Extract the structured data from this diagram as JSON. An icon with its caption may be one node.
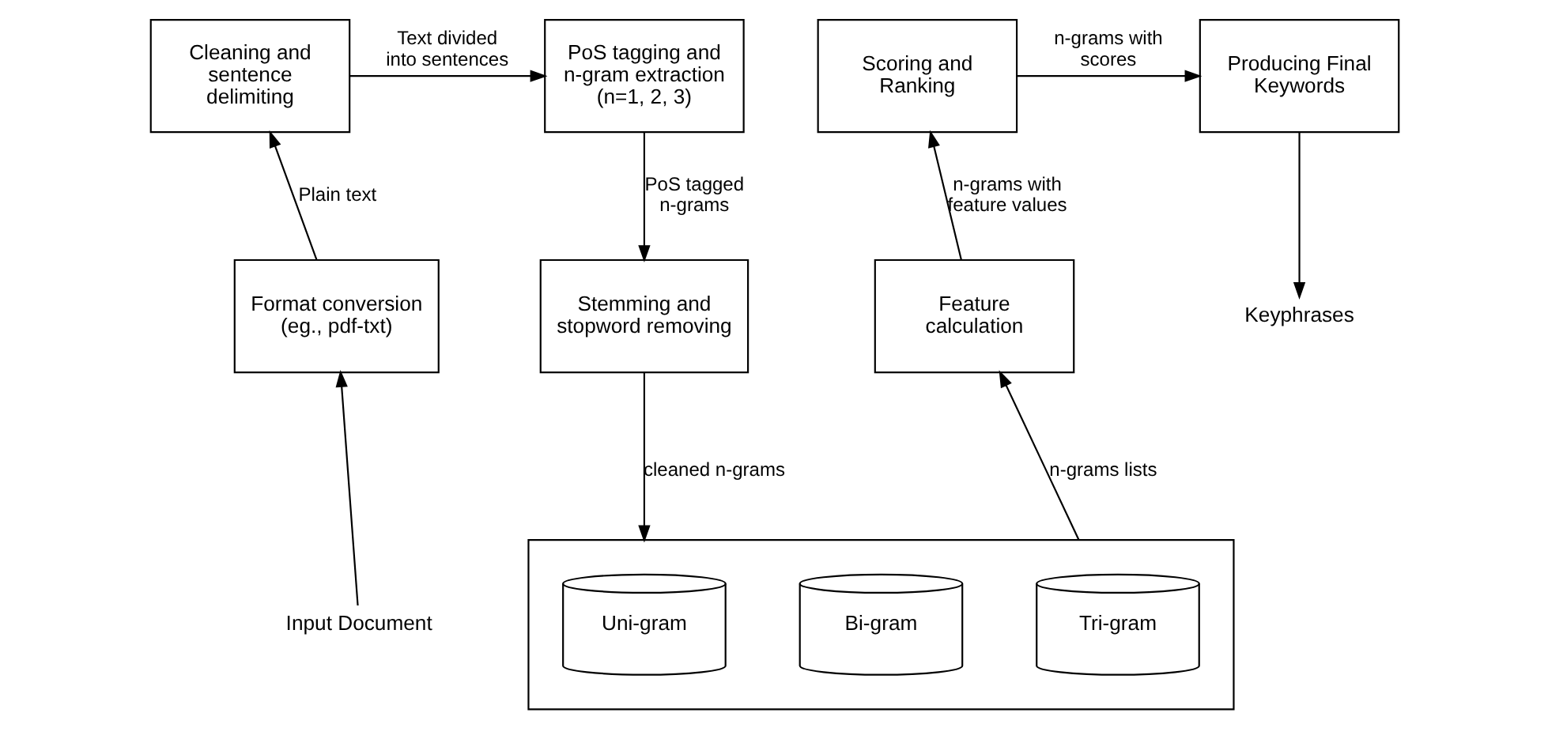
{
  "diagram": {
    "nodes": [
      {
        "text": [
          "Input Document"
        ]
      },
      {
        "text": [
          "Format conversion (eg., pdf-txt)"
        ]
      },
      {
        "text": [
          "Cleaning and sentence delimiting"
        ]
      },
      {
        "text": [
          "PoS tagging and n-gram extraction (n=1, 2, 3)"
        ]
      },
      {
        "text": [
          "Stemming and stopword removing"
        ]
      },
      {
        "text": [],
        "shape": "box"
      },
      {
        "text": [
          "Uni-gram"
        ],
        "in": 5
      },
      {
        "text": [
          "Bi-gram"
        ],
        "in": 5
      },
      {
        "text": [
          "Tri-gram"
        ],
        "in": 5
      },
      {
        "text": [
          "Feature calculation"
        ]
      },
      {
        "text": [
          "Scoring and Ranking"
        ]
      },
      {
        "text": [
          "Producing Final Keywords"
        ]
      },
      {
        "text": [
          "Keyphrases"
        ]
      }
    ],
    "edges": [
      {
        "from": 0,
        "to": 1,
        "arrow": "to"
      },
      {
        "from": 1,
        "to": 2,
        "arrow": "to",
        "label": "Plain text"
      },
      {
        "from": 2,
        "to": 3,
        "arrow": "to",
        "label": "Text divided into sentences"
      },
      {
        "from": 3,
        "to": 4,
        "arrow": "to",
        "label": "PoS tagged n-grams"
      },
      {
        "from": 4,
        "to": 5,
        "arrow": "to",
        "label": "cleaned n-grams"
      },
      {
        "from": 5,
        "to": 9,
        "arrow": "to",
        "label": "n-grams lists"
      },
      {
        "from": 9,
        "to": 10,
        "arrow": "to",
        "label": "n-grams with feature values"
      },
      {
        "from": 10,
        "to": 11,
        "arrow": "to",
        "label": "n-grams with scores"
      },
      {
        "from": 11,
        "to": 12,
        "arrow": "to"
      }
    ]
  }
}
